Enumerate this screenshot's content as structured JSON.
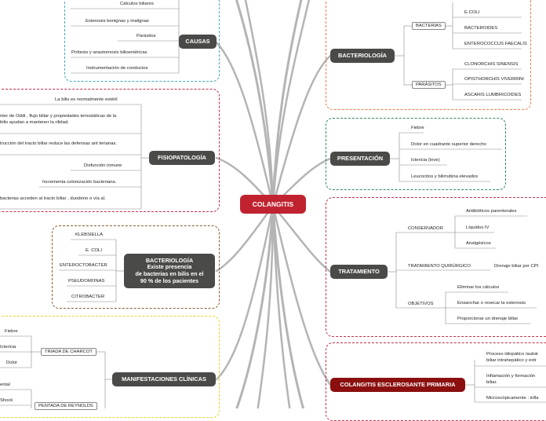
{
  "center": {
    "label": "COLANGITIS"
  },
  "colors": {
    "center": "#c0232f",
    "node": "#4a4a48",
    "maroon": "#8b0f0f",
    "box_teal": "#3ea8b8",
    "box_red": "#c0304a",
    "box_brown": "#8b5a2b",
    "box_yellow": "#e8d22a",
    "box_orange": "#f07a4a",
    "box_green": "#2e8b57"
  },
  "causas": {
    "label": "CAUSAS",
    "items": [
      "Cálculos biliares",
      "Estenosis benignas y malignas",
      "Parásitos",
      "Prótesis y anastomosis bilioentéricas",
      "Instrumentación de conductos"
    ]
  },
  "fisiopatologia": {
    "label": "FISIOPATOLOGÍA",
    "items": [
      "La bilis es normalmente estéril",
      "nter de Oddi , flujo biliar y propiedades teriostáticas de la bilis ayudan a mantener la rilidad.",
      "trucción del tracto biliar reduce las defensas ant terianas.",
      "Disfunción inmune",
      "Incrementa colonización bacteriana.",
      "bacterias acceden al tracto biliar , duodeno o vía al."
    ]
  },
  "bacteriologia_left": {
    "label": "BACTERIOLOGÍA\nExiste presencia\nde bacterias en bilis en el\n90 % de los pacientes",
    "items": [
      "KLEBSIELLA",
      "E. COLI",
      "ENTEROCTOBACTER",
      "PSEUDOMONAS",
      "CITROBACTER"
    ]
  },
  "manifestaciones": {
    "label": "MANIFESTACIONES CLÍNICAS",
    "triada": {
      "label": "TRIADA DE CHARCOT",
      "items": [
        "Fiebre",
        "Ictericia",
        "Dolor"
      ]
    },
    "pentada": {
      "label": "PENTADA DE REYNOLDS",
      "items": [
        "ental",
        "Shock"
      ]
    }
  },
  "bacteriologia_right": {
    "label": "BACTERIOLOGÍA",
    "bacterias": {
      "label": "BACTERIAS",
      "items": [
        "E.COLI",
        "BACTEROIDES",
        "ENTEROCOCCUS FAECALIS"
      ]
    },
    "parasitos": {
      "label": "PARÁSITOS",
      "items": [
        "CLONORCHIS SINENSIS",
        "OPISTHORCHIS VIVERRINI",
        "ASCARIS LUMBRICOIDES"
      ]
    }
  },
  "presentacion": {
    "label": "PRESENTACIÓN",
    "items": [
      "Fiebre",
      "Dolor en cuadrante superior derecho",
      "Ictericia (leve)",
      "Leucocitos y bilirrubina elevados"
    ]
  },
  "tratamiento": {
    "label": "TRATAMIENTO",
    "conservador": {
      "label": "CONSERVADOR",
      "items": [
        "Antibióticos parenterales",
        "Líquidos IV",
        "Analgésicos"
      ]
    },
    "quirurgico": {
      "label": "TRATAMIENTO QUIRÚRGICO",
      "item": "Drenaje biliar  por CPI"
    },
    "objetivos": {
      "label": "OBJETIVOS",
      "items": [
        "Eliminar los cálculos",
        "Ensanchar o resecar la estenosis",
        "Proporcionar un drenaje biliar"
      ]
    }
  },
  "esclerosante": {
    "label": "COLANGITIS ESCLEROSANTE PRIMARIA",
    "items": [
      "Proceso idiopático /autoir biliar intrahepático y extr",
      "Inflamación y formación biliar.",
      "Microscópicamente : infla"
    ]
  }
}
